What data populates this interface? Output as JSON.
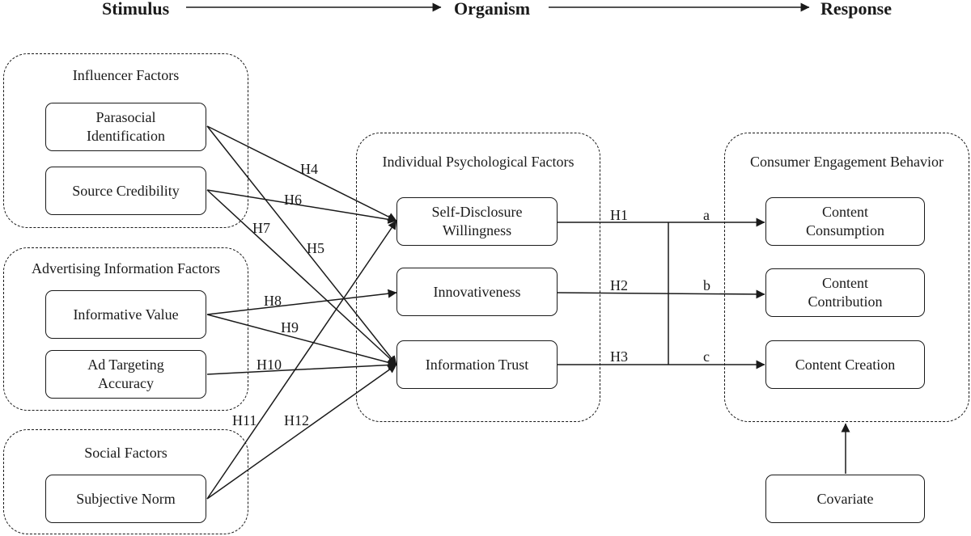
{
  "headers": {
    "stimulus": "Stimulus",
    "organism": "Organism",
    "response": "Response"
  },
  "groups": {
    "influencer": "Influencer Factors",
    "advertising": "Advertising Information Factors",
    "social": "Social Factors",
    "psychological": "Individual Psychological Factors",
    "engagement": "Consumer Engagement Behavior"
  },
  "nodes": {
    "parasocial": [
      "Parasocial",
      "Identification"
    ],
    "source_credibility": [
      "Source Credibility"
    ],
    "informative_value": [
      "Informative Value"
    ],
    "ad_targeting": [
      "Ad Targeting",
      "Accuracy"
    ],
    "subjective_norm": [
      "Subjective Norm"
    ],
    "self_disclosure": [
      "Self-Disclosure",
      "Willingness"
    ],
    "innovativeness": [
      "Innovativeness"
    ],
    "information_trust": [
      "Information Trust"
    ],
    "content_consumption": [
      "Content",
      "Consumption"
    ],
    "content_contribution": [
      "Content",
      "Contribution"
    ],
    "content_creation": [
      "Content Creation"
    ],
    "covariate": [
      "Covariate"
    ]
  },
  "paths": {
    "h1": "H1",
    "h2": "H2",
    "h3": "H3",
    "h4": "H4",
    "h5": "H5",
    "h6": "H6",
    "h7": "H7",
    "h8": "H8",
    "h9": "H9",
    "h10": "H10",
    "h11": "H11",
    "h12": "H12",
    "a": "a",
    "b": "b",
    "c": "c"
  }
}
